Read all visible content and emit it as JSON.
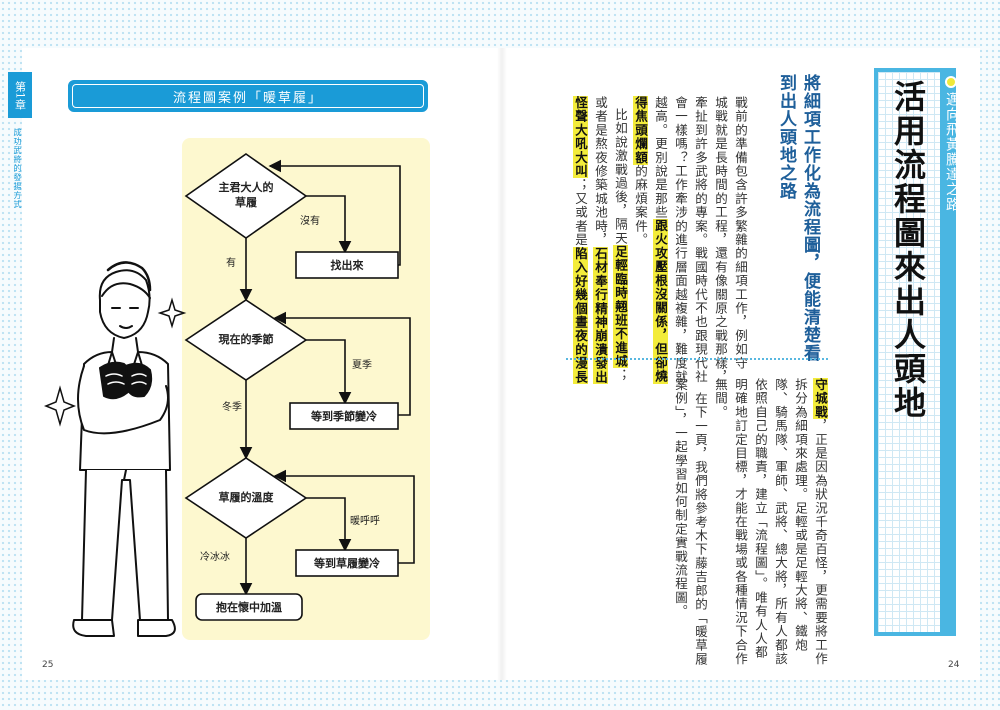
{
  "left_page": {
    "chapter_tab": "第1章",
    "chapter_subtitle": "成功武將的發揚方式",
    "flowchart": {
      "title": "流程圖案例「暖草履」",
      "nodes": {
        "decision1": "主君大人的\n草履",
        "process1": "找出來",
        "decision2": "現在的季節",
        "process2": "等到季節變冷",
        "decision3": "草履的溫度",
        "process3": "等到草履變冷",
        "end": "抱在懷中加溫"
      },
      "edges": {
        "no": "沒有",
        "yes": "有",
        "summer": "夏季",
        "winter": "冬季",
        "warm": "暖呼呼",
        "cold": "冷冰冰"
      }
    },
    "page_number": "25"
  },
  "right_page": {
    "series_label": "邁向飛黃騰達之路",
    "title": "活用流程圖來出人頭地",
    "subheading": "將細項工作化為流程圖，便能清楚看到出人頭地之路",
    "upper_text": {
      "c1": "戰前的準備包含許多繁雜的細項工作，例如守",
      "c2": "城戰就是長時間的工程，還有像關原之戰那樣，",
      "c3": "牽扯到許多武將的專案。戰國時代不也跟現代社",
      "c4": "會一樣嗎？工作牽涉的進行層面越複雜，難度就",
      "c5a": "越高。更別說是那些",
      "c5h": "跟火攻壓根沒關係，但卻燒",
      "c6h": "得焦頭爛額",
      "c6b": "的麻煩案件。",
      "c7a": "比如說激戰過後，隔天",
      "c7h": "足輕臨時翹班不進城",
      "c7b": "；",
      "c8a": "或者是熬夜修築城池時，",
      "c8h": "石材奉行精神崩潰發出",
      "c9h1": "怪聲大吼大叫",
      "c9b": "；又或者是",
      "c9h2": "陷入好幾個晝夜的漫長"
    },
    "lower_text": {
      "c1h": "守城戰",
      "c1b": "，正是因為狀況千奇百怪，更需要將工作",
      "c2": "拆分為細項來處理。足輕或是足輕大將、鐵炮",
      "c3": "隊、騎馬隊、軍師、武將、總大將，所有人都該",
      "c4": "依照自己的職責，建立「流程圖」。唯有人人都",
      "c5": "明確地訂定目標，才能在戰場或各種情況下合作",
      "c6": "無間。",
      "c7": "在下一頁，我們將參考木下藤吉郎的「暖草履",
      "c8": "案例」，一起學習如何制定實戰流程圖。"
    },
    "page_number": "24"
  },
  "colors": {
    "accent_blue": "#1a9bd7",
    "highlight_yellow": "#f3ec3b",
    "panel_yellow": "#fdf8cf",
    "subhead_blue": "#1e5f9a"
  }
}
